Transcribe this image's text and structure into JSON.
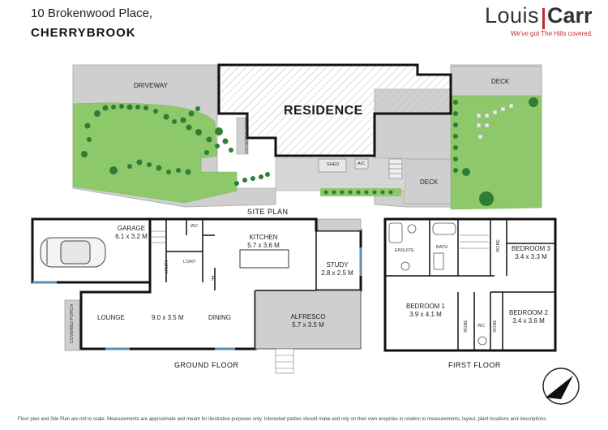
{
  "header": {
    "address_line1": "10 Brokenwood Place,",
    "address_line2": "CHERRYBROOK"
  },
  "logo": {
    "part1": "Louis",
    "part2": "Carr",
    "tagline": "We've got The Hills covered.",
    "accent_color": "#c8262e"
  },
  "site_plan": {
    "title": "SITE PLAN",
    "residence": "RESIDENCE",
    "driveway": "DRIVEWAY",
    "deck_top": "DECK",
    "deck_bottom": "DECK",
    "covered_porch": "COVERED PORCH",
    "shed": "SHED",
    "ac": "A/C",
    "lawn_color": "#8dc86b",
    "hard_surface_color": "#cfcfcf"
  },
  "ground_floor": {
    "title": "GROUND FLOOR",
    "garage": {
      "name": "GARAGE",
      "size": "6.1 x 3.2 M"
    },
    "kitchen": {
      "name": "KITCHEN",
      "size": "5.7 x 3.6 M"
    },
    "study": {
      "name": "STUDY",
      "size": "2.8 x 2.5 M"
    },
    "alfresco": {
      "name": "ALFRESCO",
      "size": "5.7 x 3.5 M"
    },
    "lounge": "LOUNGE",
    "living_size": "9.0 x 3.5 M",
    "dining": "DINING",
    "wc": "WC",
    "laundry": "L'DRY",
    "linen": "LINEN",
    "fridge": "F",
    "covered_porch": "COVERED PORCH"
  },
  "first_floor": {
    "title": "FIRST FLOOR",
    "ensuite": "ENSUITE",
    "bath": "BATH",
    "robe": "ROBE",
    "wc": "WC",
    "bedroom1": {
      "name": "BEDROOM 1",
      "size": "3.9 x 4.1 M"
    },
    "bedroom2": {
      "name": "BEDROOM 2",
      "size": "3.4 x 3.6 M"
    },
    "bedroom3": {
      "name": "BEDROOM 3",
      "size": "3.4 x 3.3 M"
    }
  },
  "compass": {
    "label": "N"
  },
  "disclaimer": "Floor plan and Site Plan are not to scale. Measurements are approximate and meant for illustrative purposes only.  Interested parties should make and rely on their own enquiries in relation to measurements, layout, plant locations and descriptions."
}
